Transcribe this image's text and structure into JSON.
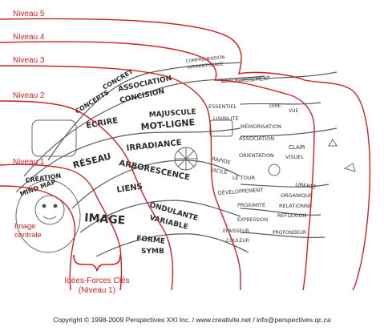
{
  "levels": {
    "niveau5": "Niveau 5",
    "niveau4": "Niveau 4",
    "niveau3": "Niveau 3",
    "niveau2": "Niveau 2",
    "niveau1": "Niveau 1"
  },
  "image_centrale": [
    "Image",
    "centrale"
  ],
  "idees_forces": [
    "Idées-Forces Clés",
    "(Niveau 1)"
  ],
  "copyright": "Copyright © 1998-2009 Perspectives XXI Inc. / www.creativite.net / info@perspectives.qc.ca",
  "sketch_words": {
    "image": "IMAGE",
    "reseau": "RÉSEAU",
    "liens": "LIENS",
    "arborescence": "ARBORESCENCE",
    "irradiance": "IRRADIANCE",
    "ecrire": "ÉCRIRE",
    "mot_ligne": "MOT-LIGNE",
    "majuscule": "MAJUSCULE",
    "concision": "CONCISION",
    "association": "ASSOCIATION",
    "concret": "CONCRET",
    "concepts": "CONCEPTS",
    "mind_map": "MIND MAP",
    "creation": "CRÉATION",
    "ondulante": "ONDULANTE",
    "variable": "VARIABLE",
    "forme": "FORME",
    "symb": "SYMB",
    "comprehension": "COMPRÉHENSION",
    "apprentissage": "APPRENTISSAGE",
    "arrondissement": "ARRONDISSEMENT",
    "essentiel": "ESSENTIEL",
    "lisibilite": "LISIBILITÉ",
    "memorisation": "MÉMORISATION",
    "association2": "ASSOCIATION",
    "clair": "CLAIR",
    "visuel": "VISUEL",
    "rapide": "RAPIDE",
    "facile": "FACILE",
    "orientation": "ORIENTATION",
    "le_tour": "LE TOUR",
    "developpement": "DÉVELOPPEMENT",
    "proximite": "PROXIMITÉ",
    "liberte": "LIBERTÉ",
    "organique": "ORGANIQUE",
    "relationne": "RELATIONNE",
    "reflexion": "RÉFLEXION",
    "expression": "EXPRESSION",
    "epaisseur": "ÉPAISSEUR",
    "couleur": "COULEUR",
    "profondeur": "PROFONDEUR",
    "dire": "DIRE",
    "vue": "VUE"
  }
}
